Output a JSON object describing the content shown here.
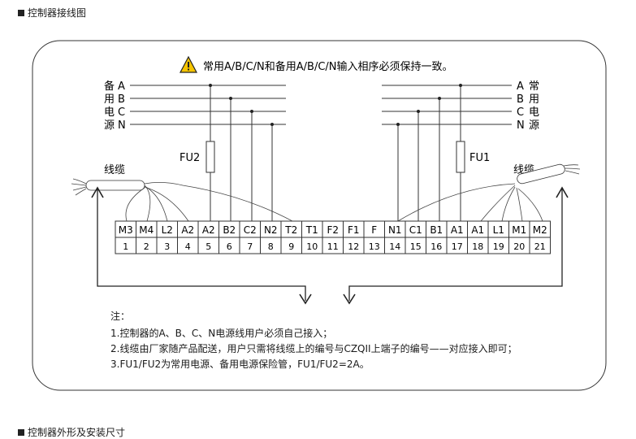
{
  "section_titles": [
    "控制器接线图",
    "控制器外形及安装尺寸"
  ],
  "warning_text": "常用A/B/C/N和备用A/B/C/N输入相序必须保持一致。",
  "left_source": {
    "label_chars": [
      "备",
      "用",
      "电",
      "源"
    ],
    "phases": [
      "A",
      "B",
      "C",
      "N"
    ]
  },
  "right_source": {
    "label_chars": [
      "常",
      "用",
      "电",
      "源"
    ],
    "phases": [
      "A",
      "B",
      "C",
      "N"
    ]
  },
  "fuses": [
    "FU2",
    "FU1"
  ],
  "cable_labels": [
    "线缆",
    "线缆"
  ],
  "terminals": {
    "labels": [
      "M3",
      "M4",
      "L2",
      "A2",
      "A2",
      "B2",
      "C2",
      "N2",
      "T2",
      "T1",
      "F2",
      "F1",
      "F",
      "N1",
      "C1",
      "B1",
      "A1",
      "A1",
      "L1",
      "M1",
      "M2"
    ],
    "numbers": [
      "1",
      "2",
      "3",
      "4",
      "5",
      "6",
      "7",
      "8",
      "9",
      "10",
      "11",
      "12",
      "13",
      "14",
      "15",
      "16",
      "17",
      "18",
      "19",
      "20",
      "21"
    ]
  },
  "notes": [
    "注：",
    "1.控制器的A、B、C、N电源线用户必须自己接入；",
    "2.线缆由厂家随产品配送，用户只需将线缆上的编号与CZQII上端子的编号——对应接入即可；",
    "3.FU1/FU2为常用电源、备用电源保险管，FU1/FU2=2A。"
  ]
}
